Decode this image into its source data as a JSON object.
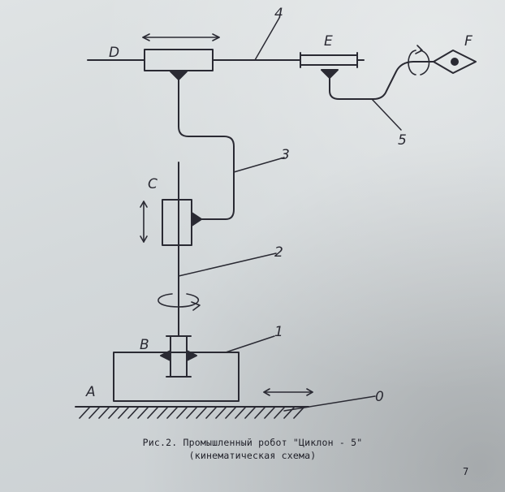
{
  "diagram": {
    "labels": {
      "A": "A",
      "B": "B",
      "C": "C",
      "D": "D",
      "E": "E",
      "F": "F",
      "n0": "0",
      "n1": "1",
      "n2": "2",
      "n3": "3",
      "n4": "4",
      "n5": "5"
    }
  },
  "caption": {
    "line1": "Рис.2. Промышленный робот \"Циклон - 5\"",
    "line2": "(кинематическая схема)"
  },
  "page_number": "7",
  "colors": {
    "ink": "#2a2a33",
    "paper": "#d8dcde"
  }
}
